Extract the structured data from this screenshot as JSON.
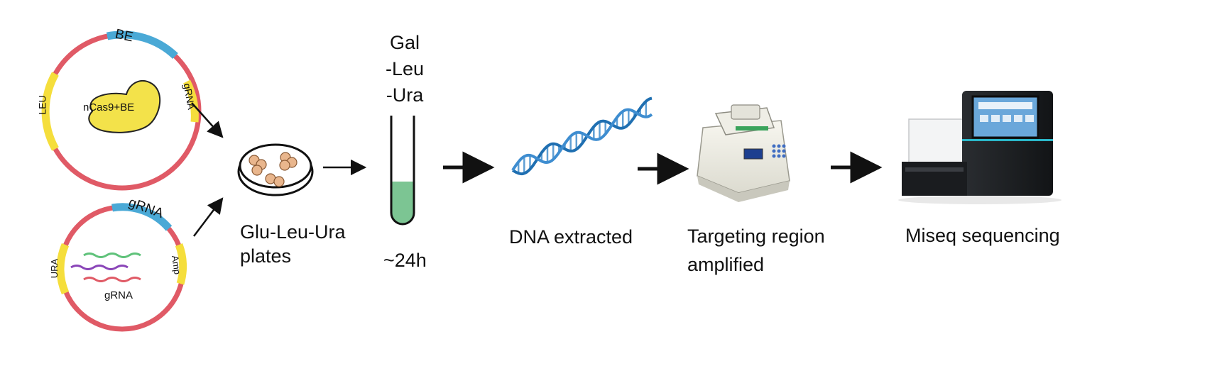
{
  "plasmid1": {
    "segment_labels": [
      "BE",
      "LEU",
      "gRNA"
    ],
    "protein_label": "nCas9+BE"
  },
  "plasmid2": {
    "segment_labels": [
      "gRNA",
      "URA",
      "Amp"
    ],
    "grna_label": "gRNA"
  },
  "plates": {
    "label_line1": "Glu-Leu-Ura",
    "label_line2": "plates"
  },
  "tube": {
    "media_line1": "Gal",
    "media_line2": "-Leu",
    "media_line3": "-Ura",
    "time": "~24h"
  },
  "steps": {
    "dna": "DNA extracted",
    "pcr_line1": "Targeting region",
    "pcr_line2": "amplified",
    "seq": "Miseq sequencing"
  },
  "colors": {
    "backbone": "#e05a66",
    "blue_segment": "#4aa9d6",
    "yellow_segment": "#f5de3c",
    "liquid": "#7cc593",
    "colony": "#e9b68d",
    "helix": "#1f6fb1"
  }
}
